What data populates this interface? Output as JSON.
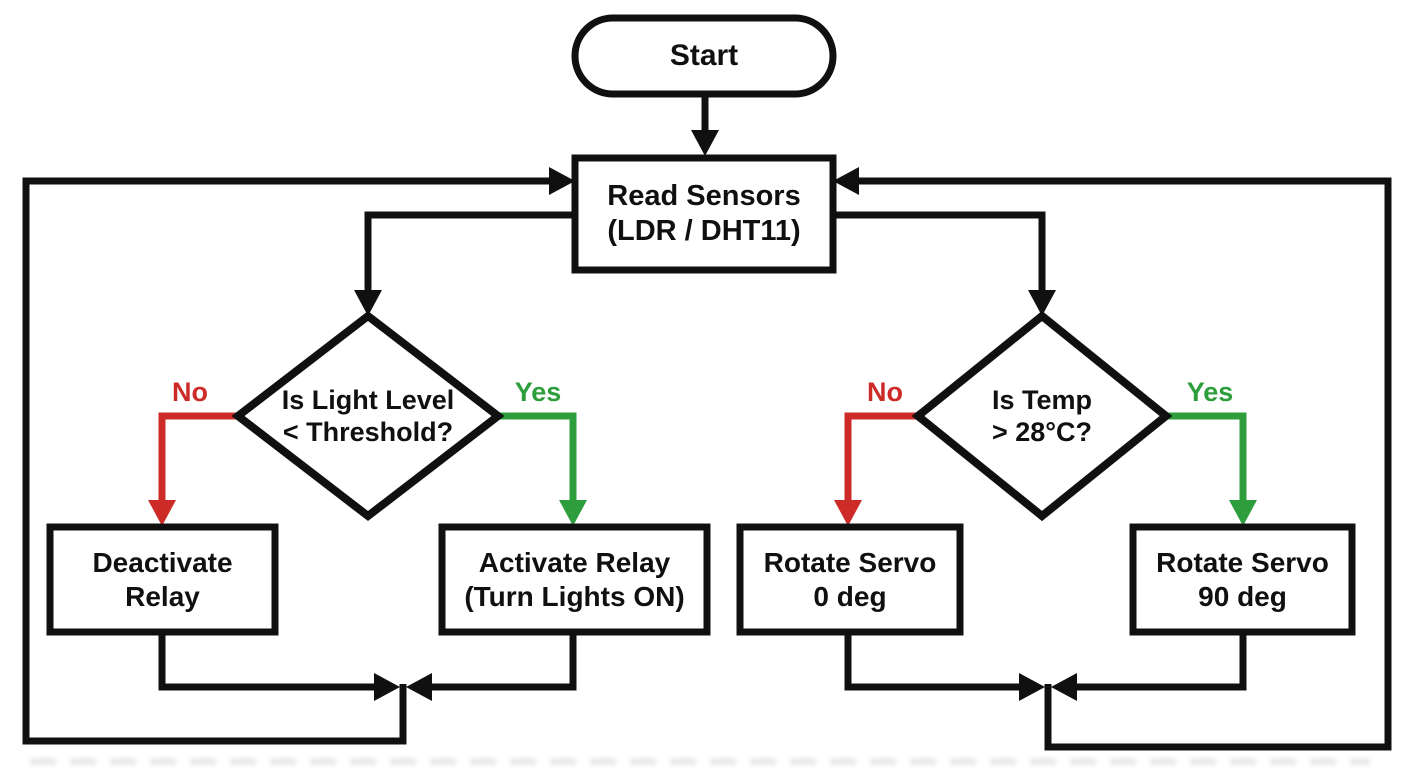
{
  "colors": {
    "line": "#101010",
    "no": "#cc2b28",
    "yes": "#2e9e3c",
    "bg": "#ffffff"
  },
  "nodes": {
    "start": {
      "label": "Start"
    },
    "read_sensors": {
      "line1": "Read Sensors",
      "line2": "(LDR / DHT11)"
    },
    "light_decision": {
      "line1": "Is Light Level",
      "line2": "< Threshold?"
    },
    "temp_decision": {
      "line1": "Is Temp",
      "line2": "> 28°C?"
    },
    "deactivate_relay": {
      "line1": "Deactivate",
      "line2": "Relay"
    },
    "activate_relay": {
      "line1": "Activate Relay",
      "line2": "(Turn Lights ON)"
    },
    "servo_0": {
      "line1": "Rotate Servo",
      "line2": "0 deg"
    },
    "servo_90": {
      "line1": "Rotate Servo",
      "line2": "90 deg"
    }
  },
  "edges": {
    "light_no": "No",
    "light_yes": "Yes",
    "temp_no": "No",
    "temp_yes": "Yes"
  }
}
